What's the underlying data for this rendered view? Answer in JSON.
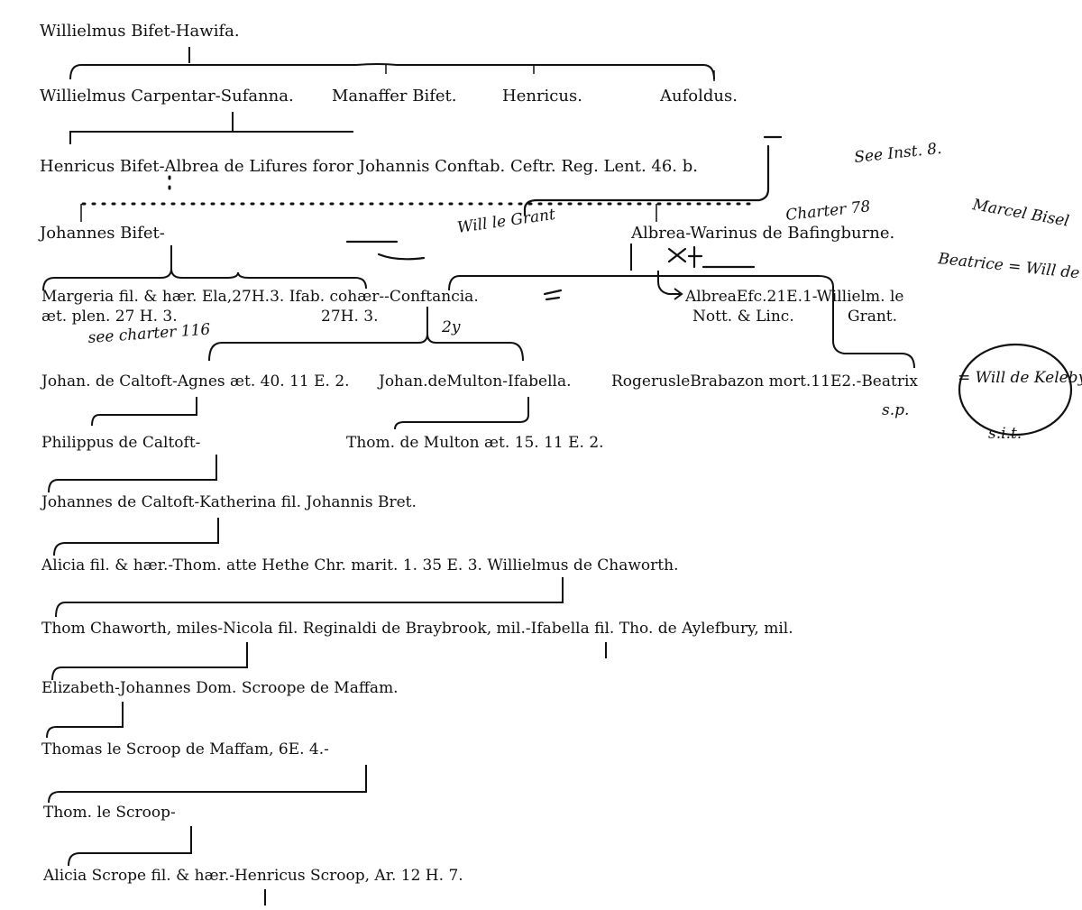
{
  "generations": [
    {
      "id": "g1",
      "entries": [
        "Willielmus Bifet-Hawifa."
      ]
    },
    {
      "id": "g2",
      "entries": [
        "Willielmus Carpentar-Sufanna.",
        "Manaffer Bifet.",
        "Henricus.",
        "Aufoldus."
      ]
    },
    {
      "id": "g3",
      "entries": [
        "Henricus Bifet-Albrea de Lifures foror Johannis Conftab. Ceftr. Reg. Lent. 46. b."
      ]
    },
    {
      "id": "g4",
      "entries": [
        "Johannes Bifet-",
        "Albrea-Warinus de Bafingburne."
      ]
    },
    {
      "id": "g5",
      "entries": [
        "Margeria fil. & hær. Ela,27H.3. Ifab. cohær--Conftancia.",
        "æt. plen. 27 H. 3.",
        "27H. 3.",
        "AlbreaEfc.21E.1-Willielm. le",
        "Nott. & Linc.",
        "Grant."
      ]
    },
    {
      "id": "g6",
      "entries": [
        "Johan. de Caltoft-Agnes æt. 40. 11 E. 2.",
        "Johan.deMulton-Ifabella.",
        "RogeruslеBrabazon mort.11E2.-Beatrix",
        "s.p."
      ]
    },
    {
      "id": "g7",
      "entries": [
        "Philippus de Caltoft-",
        "Thom. de Multon æt. 15. 11 E. 2."
      ]
    },
    {
      "id": "g8",
      "entries": [
        "Johannes de Caltoft-Katherina fil. Johannis Bret."
      ]
    },
    {
      "id": "g9",
      "entries": [
        "Alicia fil. & hær.-Thom. atte Hethe Chr. marit. 1. 35 E. 3. Willielmus de Chaworth."
      ]
    },
    {
      "id": "g10",
      "entries": [
        "Thom Chaworth, miles-Nicola fil. Reginaldi de Braybrook, mil.-Ifabella fil. Tho. de Aylefbury, mil."
      ]
    },
    {
      "id": "g11",
      "entries": [
        "Elizabeth-Johannes Dom. Scroope de Maffam."
      ]
    },
    {
      "id": "g12",
      "entries": [
        "Thomas le Scroop de Maffam, 6E. 4.-"
      ]
    },
    {
      "id": "g13",
      "entries": [
        "Thom. le Scroop-"
      ]
    },
    {
      "id": "g14",
      "entries": [
        "Alicia Scrope fil. & hær.-Henricus Scroop, Ar. 12 H. 7."
      ]
    }
  ],
  "annotations": {
    "see_inst": "See Inst. 8.",
    "will_le_grant": "Will le Grant",
    "charter": "Charter 78",
    "marcel_bisel": "Marcel Bisel",
    "beatrice": "Beatrice = Will de Keleby",
    "see_charter": "see charter 116",
    "will_de_keleby": "= Will de Keleby",
    "sit": "s.i.t.",
    "margin_2y": "2y"
  }
}
